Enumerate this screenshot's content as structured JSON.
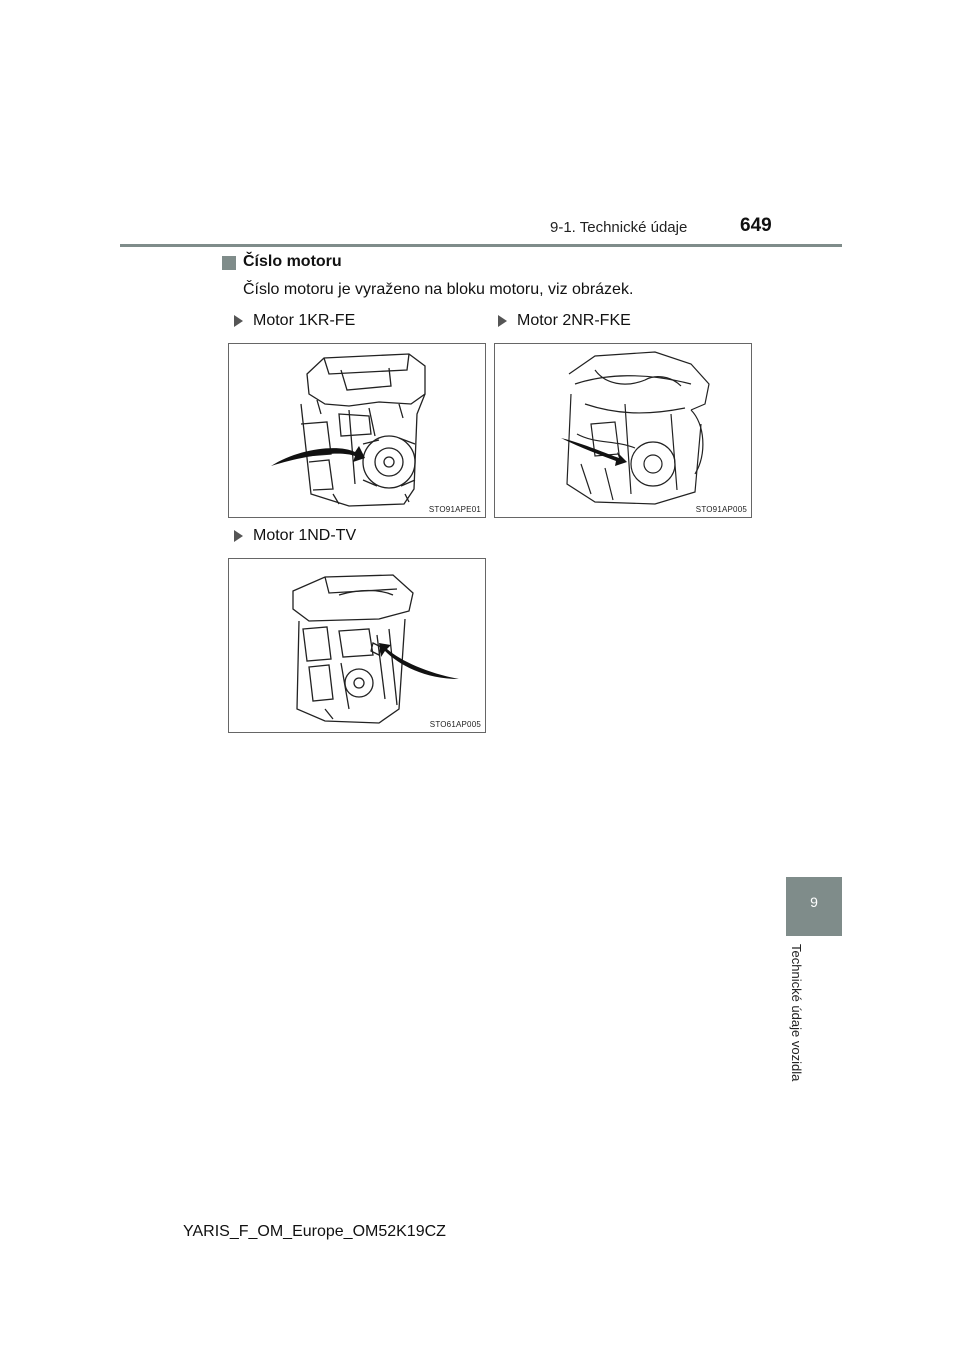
{
  "header": {
    "section": "9-1. Technické údaje",
    "page_number": "649"
  },
  "section": {
    "heading": "Číslo motoru",
    "text": "Číslo motoru je vyraženo na bloku motoru, viz obrázek."
  },
  "figures": [
    {
      "label": "Motor 1KR-FE",
      "code": "STO91APE01"
    },
    {
      "label": "Motor 2NR-FKE",
      "code": "STO91AP005"
    },
    {
      "label": "Motor 1ND-TV",
      "code": "STO61AP005"
    }
  ],
  "chapter_tab": {
    "number": "9",
    "title": "Technické údaje vozidla"
  },
  "footer": {
    "document_id": "YARIS_F_OM_Europe_OM52K19CZ"
  },
  "colors": {
    "accent_gray": "#7f8c8a"
  }
}
